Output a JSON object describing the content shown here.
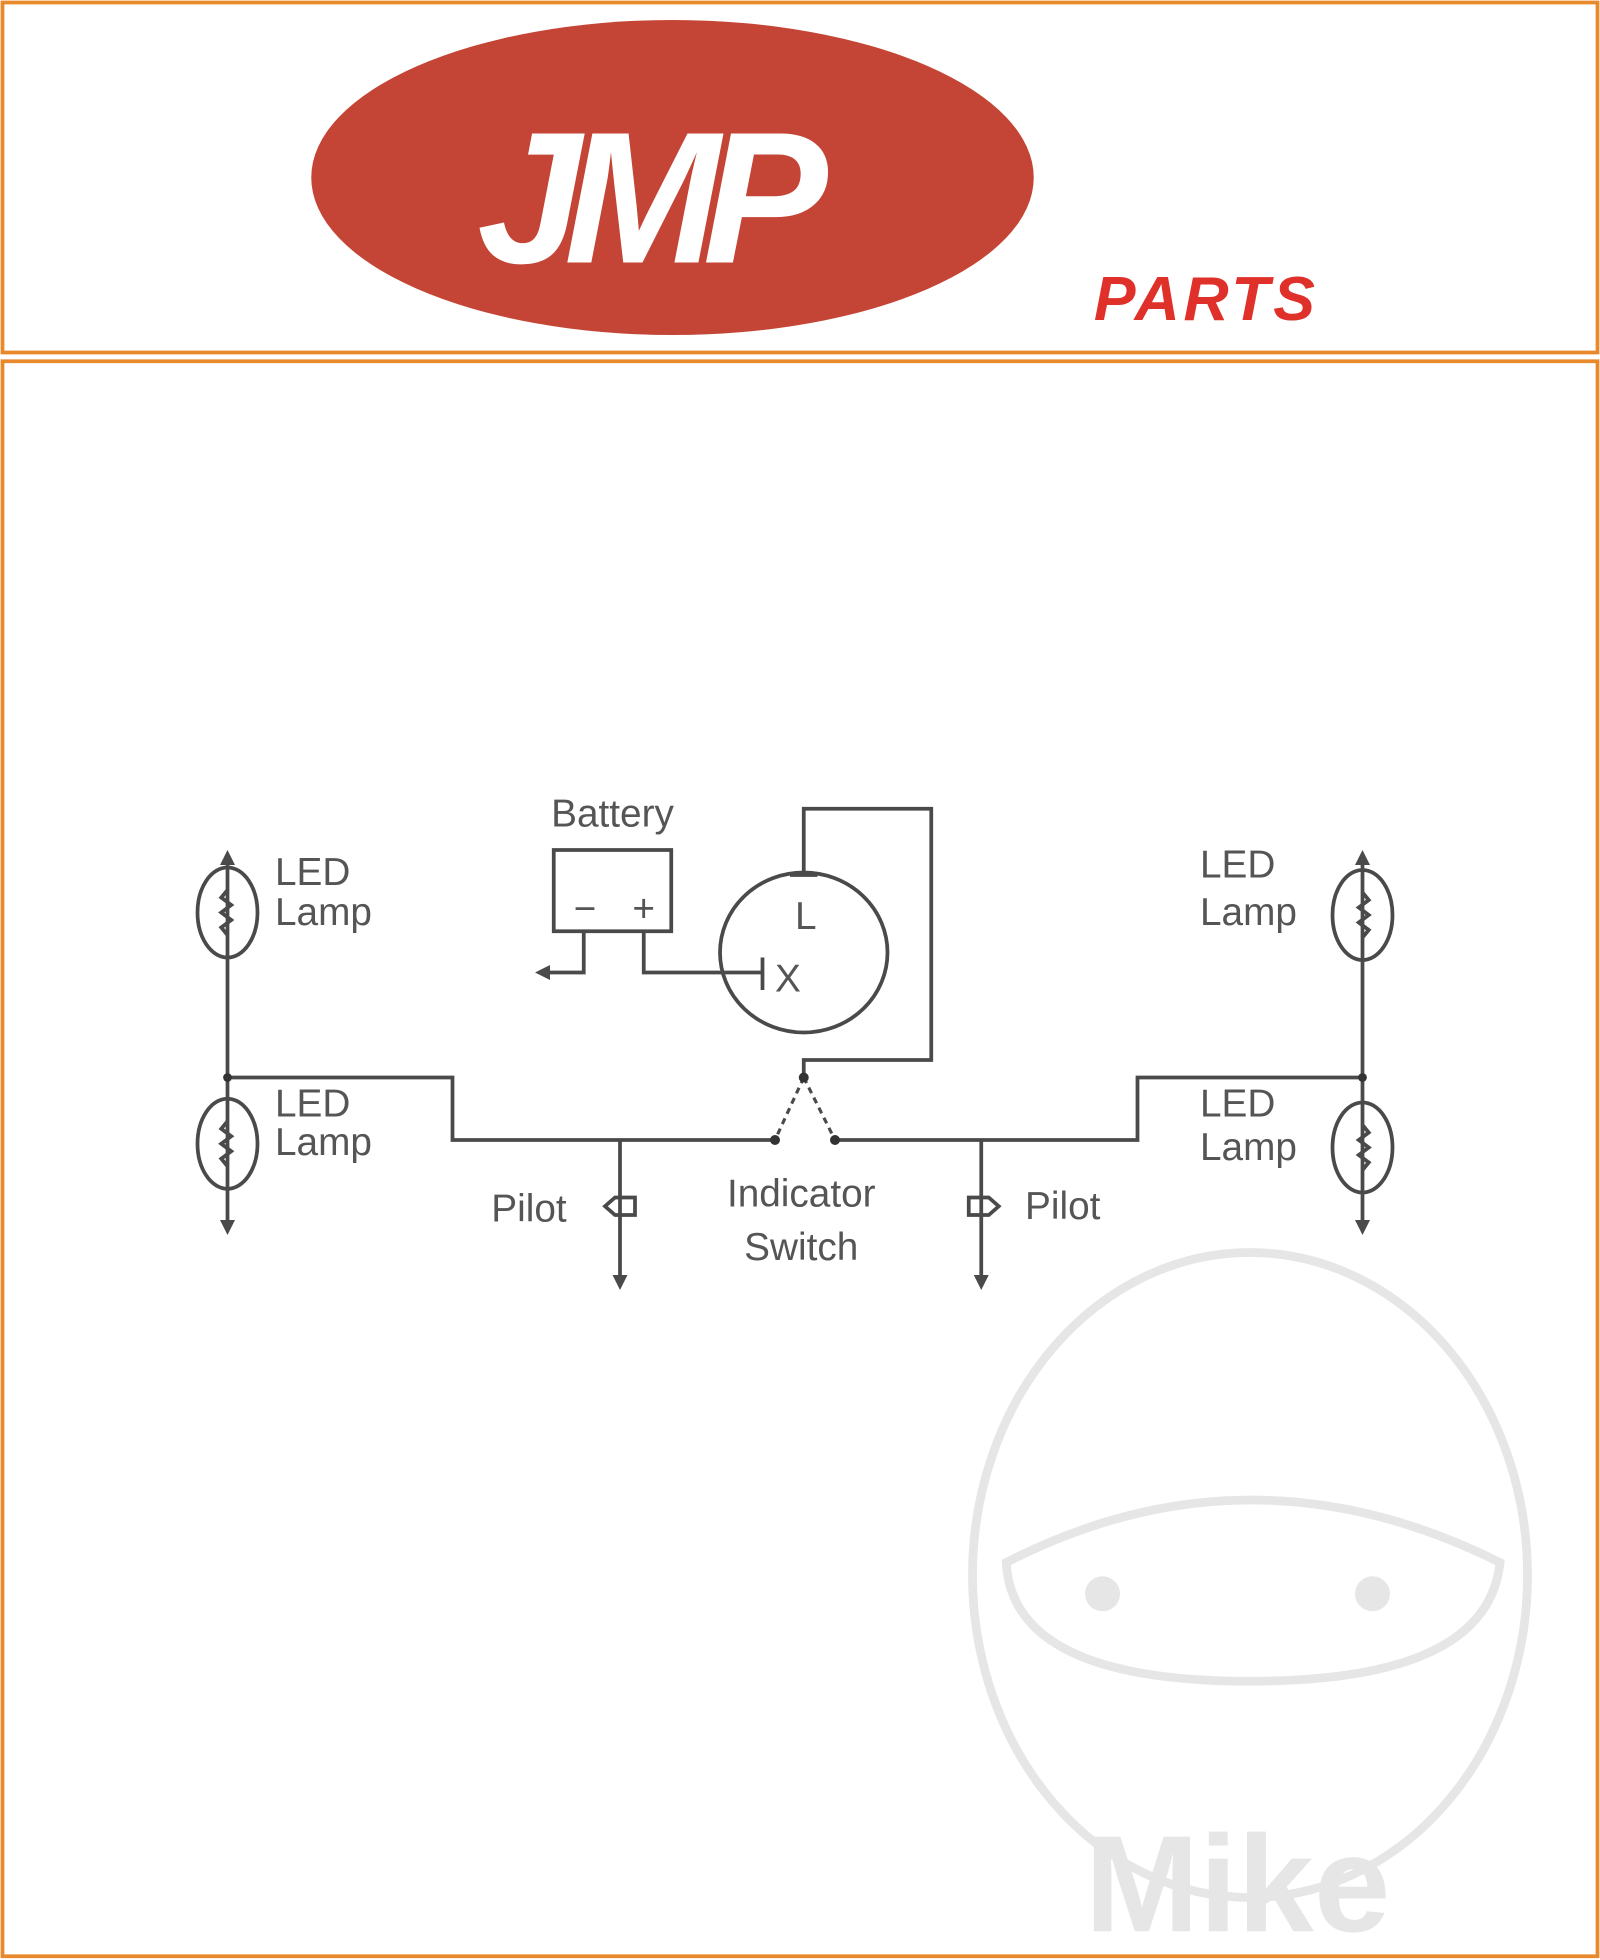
{
  "header": {
    "logo_text": "JMP",
    "logo_subtext": "PARTS",
    "brand_color": "#c44535",
    "parts_color": "#e0302a",
    "border_color": "#e8892b"
  },
  "diagram": {
    "battery_label": "Battery",
    "battery_minus": "−",
    "battery_plus": "+",
    "flasher_terminal_l": "L",
    "flasher_terminal_x": "X",
    "lamp_left_top": [
      "LED",
      "Lamp"
    ],
    "lamp_left_bottom": [
      "LED",
      "Lamp"
    ],
    "lamp_right_top": [
      "LED",
      "Lamp"
    ],
    "lamp_right_bottom": [
      "LED",
      "Lamp"
    ],
    "pilot_left": "Pilot",
    "pilot_right": "Pilot",
    "switch_label": [
      "Indicator",
      "Switch"
    ]
  },
  "watermark": {
    "text": "Mike"
  }
}
